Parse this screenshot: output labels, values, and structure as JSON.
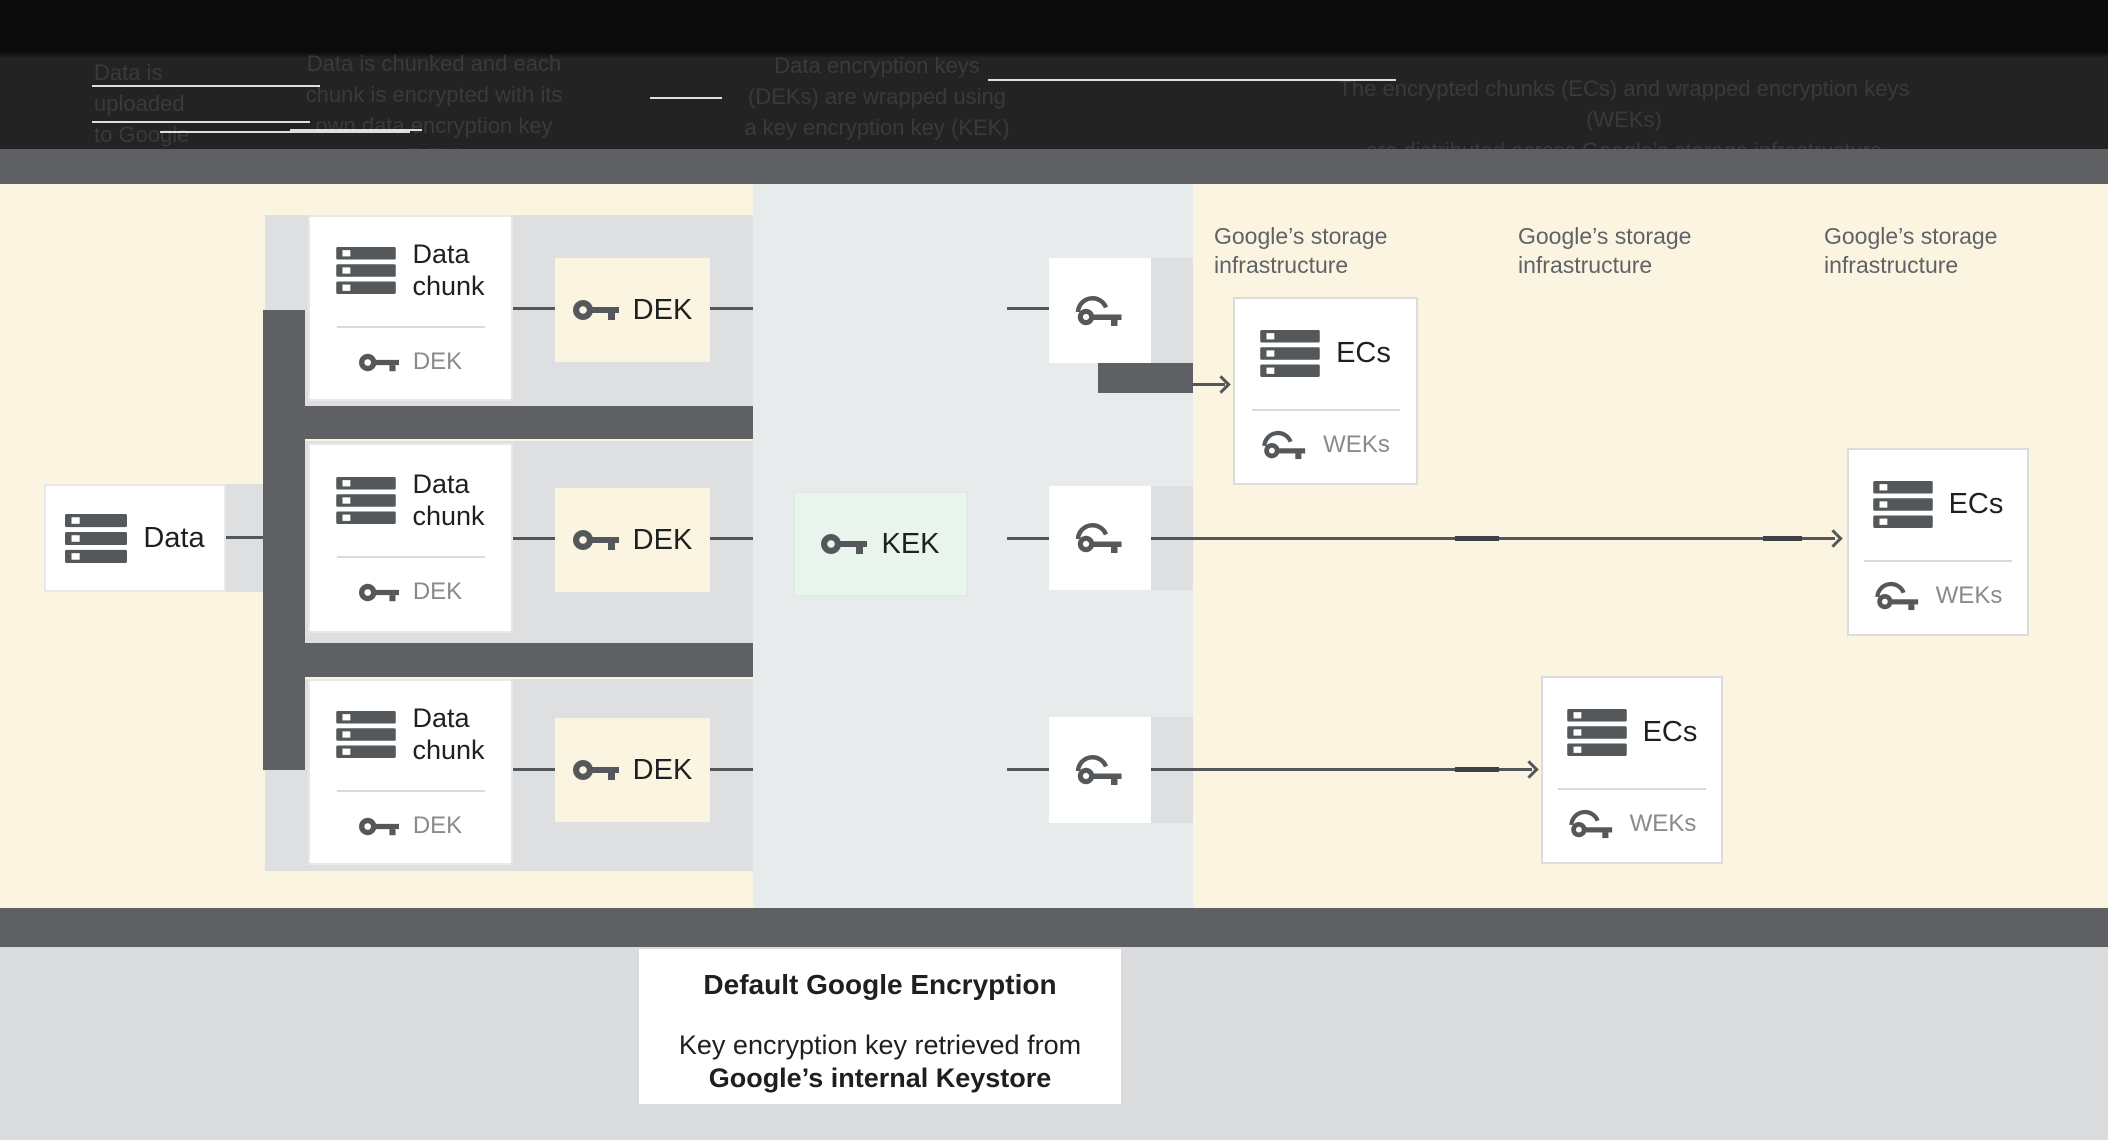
{
  "header": {
    "steps": [
      {
        "lines": [
          "Data is",
          "uploaded",
          "to Google"
        ]
      },
      {
        "lines": [
          "Data is chunked and each",
          "chunk is encrypted with its",
          "own data encryption key (DEK)"
        ]
      },
      {
        "lines": [
          "Data encryption keys",
          "(DEKs) are wrapped using",
          "a key encryption key (KEK)"
        ]
      },
      {
        "lines": [
          "The encrypted chunks (ECs) and wrapped encryption keys (WEKs)",
          "are distributed across Google’s storage infrastructure"
        ]
      }
    ]
  },
  "diagram": {
    "data_box": {
      "label": "Data"
    },
    "chunk_cards": [
      {
        "title": "Data\nchunk",
        "key_label": "DEK"
      },
      {
        "title": "Data\nchunk",
        "key_label": "DEK"
      },
      {
        "title": "Data\nchunk",
        "key_label": "DEK"
      }
    ],
    "dek_boxes": [
      {
        "label": "DEK"
      },
      {
        "label": "DEK"
      },
      {
        "label": "DEK"
      }
    ],
    "kek_box": {
      "label": "KEK"
    },
    "storage_labels": [
      {
        "text": "Google’s storage\ninfrastructure"
      },
      {
        "text": "Google’s storage\ninfrastructure"
      },
      {
        "text": "Google’s storage\ninfrastructure"
      }
    ],
    "ec_cards": [
      {
        "title": "ECs",
        "key_label": "WEKs"
      },
      {
        "title": "ECs",
        "key_label": "WEKs"
      },
      {
        "title": "ECs",
        "key_label": "WEKs"
      }
    ]
  },
  "caption": {
    "title": "Default Google Encryption",
    "line1": "Key encryption key retrieved from",
    "line2": "Google’s internal Keystore"
  },
  "colors": {
    "cream": "#FBF4E0",
    "middle_panel": "#E8EBEC",
    "band_gray": "#DEDFE0",
    "bar_gray": "#5E6063",
    "mint": "#E8F4EC",
    "label_gray": "#5F6368",
    "icon_gray": "#55585A"
  }
}
